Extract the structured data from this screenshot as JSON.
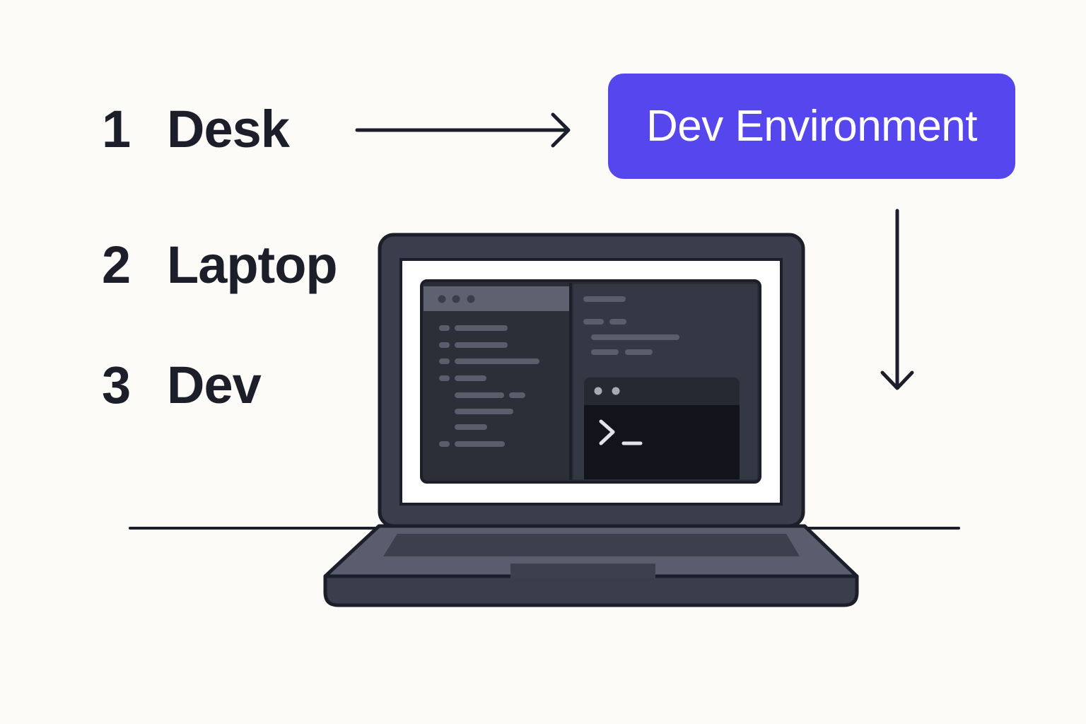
{
  "steps": [
    {
      "number": "1",
      "label": "Desk"
    },
    {
      "number": "2",
      "label": "Laptop"
    },
    {
      "number": "3",
      "label": "Dev"
    }
  ],
  "target_box": {
    "label": "Dev Environment"
  },
  "icons": {
    "terminal_prompt": ">_",
    "arrows": [
      "arrow-right-icon",
      "arrow-down-icon"
    ],
    "illustration": "laptop-icon"
  },
  "colors": {
    "background": "#fcfbf7",
    "accent": "#5546ee",
    "ink": "#1c1f2a",
    "laptop_body": "#3a3d4b",
    "screen_dark": "#2a2c36"
  }
}
